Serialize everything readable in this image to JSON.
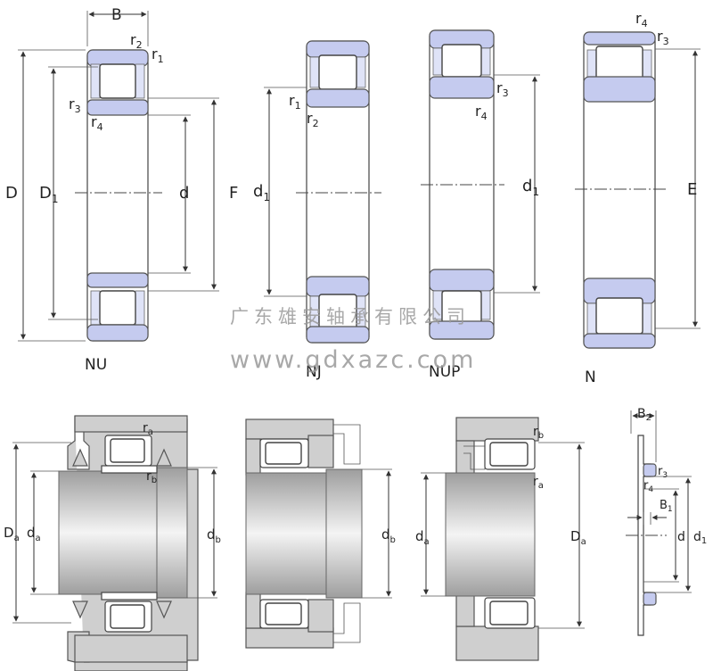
{
  "top_labels": {
    "nu": {
      "B": "B",
      "r2": "r",
      "r2_sub": "2",
      "r1": "r",
      "r1_sub": "1",
      "r3": "r",
      "r3_sub": "3",
      "r4": "r",
      "r4_sub": "4",
      "D": "D",
      "D1": "D",
      "D1_sub": "1",
      "d": "d",
      "F": "F",
      "caption": "NU"
    },
    "nj": {
      "r1": "r",
      "r1_sub": "1",
      "r2": "r",
      "r2_sub": "2",
      "d1": "d",
      "d1_sub": "1",
      "caption": "NJ"
    },
    "nup": {
      "r3": "r",
      "r3_sub": "3",
      "r4": "r",
      "r4_sub": "4",
      "d1": "d",
      "d1_sub": "1",
      "caption": "NUP"
    },
    "n": {
      "r4": "r",
      "r4_sub": "4",
      "r3": "r",
      "r3_sub": "3",
      "E": "E",
      "caption": "N"
    }
  },
  "bottom_labels": {
    "m1": {
      "ra": "r",
      "ra_sub": "a",
      "rb": "r",
      "rb_sub": "b",
      "Da": "D",
      "Da_sub": "a",
      "da": "d",
      "da_sub": "a",
      "db": "d",
      "db_sub": "b"
    },
    "m2": {
      "db": "d",
      "db_sub": "b"
    },
    "m3": {
      "rb": "r",
      "rb_sub": "b",
      "ra": "r",
      "ra_sub": "a",
      "da": "d",
      "da_sub": "a",
      "Da": "D",
      "Da_sub": "a"
    },
    "ring": {
      "B2": "B",
      "B2_sub": "2",
      "r3": "r",
      "r3_sub": "3",
      "r4": "r",
      "r4_sub": "4",
      "B1": "B",
      "B1_sub": "1",
      "d": "d",
      "d1": "d",
      "d1_sub": "1"
    }
  },
  "watermark": {
    "company": "广东雄安轴承有限公司",
    "url": "www.gdxazc.com"
  },
  "colors": {
    "ring": "#c5cbef",
    "housing": "#cfcfcf",
    "shaft": "#d9d9d9"
  }
}
